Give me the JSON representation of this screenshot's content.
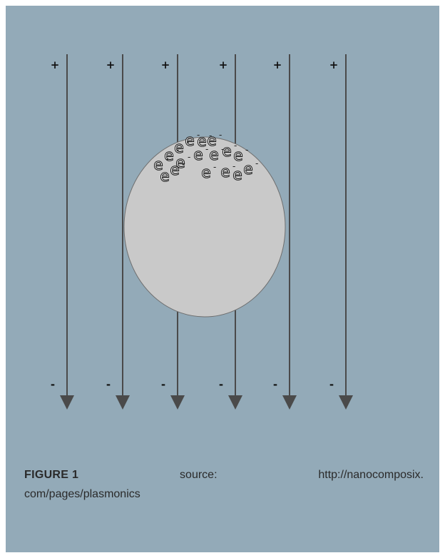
{
  "diagram": {
    "positive_label": "+",
    "negative_label": "-",
    "electron_label": "e",
    "electron_charge": "-",
    "field_line_count": 6,
    "electron_count": 17,
    "colors": {
      "background": "#93aab8",
      "field_line": "#4a4a4a",
      "particle_fill": "#c9c9c9",
      "particle_stroke": "#6e6e6e"
    }
  },
  "caption": {
    "figure_label": "FIGURE 1",
    "source_label": "source:",
    "url_part1": "http://nanocomposix.",
    "url_part2": "com/pages/plasmonics"
  }
}
